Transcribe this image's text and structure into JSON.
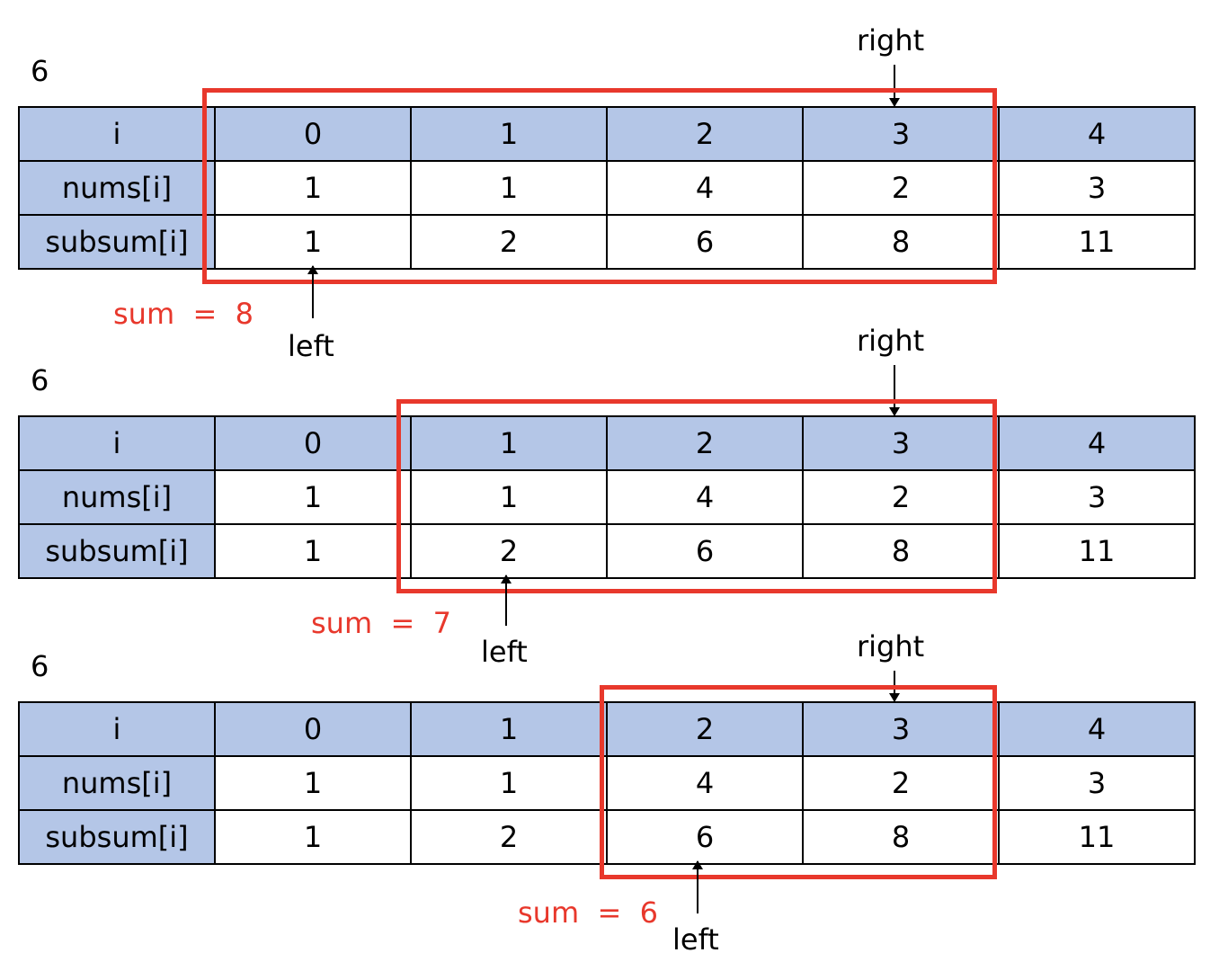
{
  "panels": [
    {
      "target": "6",
      "row_i": [
        "i",
        "0",
        "1",
        "2",
        "3",
        "4"
      ],
      "row_nums": [
        "nums[i]",
        "1",
        "1",
        "4",
        "2",
        "3"
      ],
      "row_subsum": [
        "subsum[i]",
        "1",
        "2",
        "6",
        "8",
        "11"
      ],
      "right_label": "right",
      "left_label": "left",
      "sum_text": "sum  =  8"
    },
    {
      "target": "6",
      "row_i": [
        "i",
        "0",
        "1",
        "2",
        "3",
        "4"
      ],
      "row_nums": [
        "nums[i]",
        "1",
        "1",
        "4",
        "2",
        "3"
      ],
      "row_subsum": [
        "subsum[i]",
        "1",
        "2",
        "6",
        "8",
        "11"
      ],
      "right_label": "right",
      "left_label": "left",
      "sum_text": "sum  =  7"
    },
    {
      "target": "6",
      "row_i": [
        "i",
        "0",
        "1",
        "2",
        "3",
        "4"
      ],
      "row_nums": [
        "nums[i]",
        "1",
        "1",
        "4",
        "2",
        "3"
      ],
      "row_subsum": [
        "subsum[i]",
        "1",
        "2",
        "6",
        "8",
        "11"
      ],
      "right_label": "right",
      "left_label": "left",
      "sum_text": "sum  =  6"
    }
  ],
  "colors": {
    "header_fill": "#b4c6e7",
    "window_border": "#e8382c",
    "sum_text": "#e8382c"
  }
}
